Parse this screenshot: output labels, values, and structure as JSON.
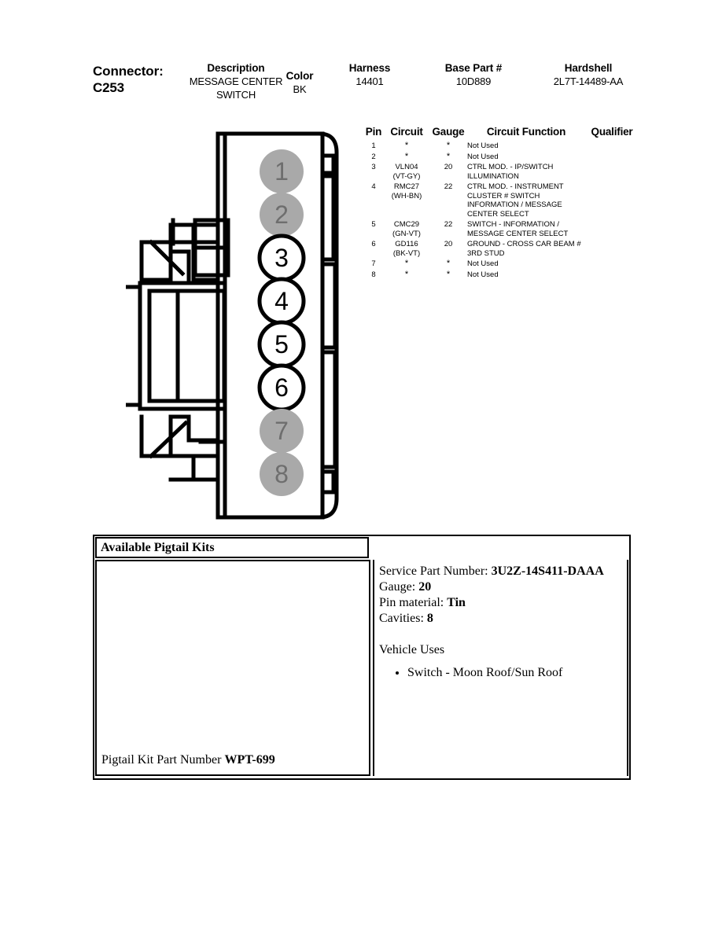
{
  "header": {
    "connector_label": "Connector:",
    "connector_id": "C253",
    "description_label": "Description",
    "description_value": "MESSAGE CENTER SWITCH",
    "color_label": "Color",
    "color_value": "BK",
    "harness_label": "Harness",
    "harness_value": "14401",
    "base_part_label": "Base Part #",
    "base_part_value": "10D889",
    "hardshell_label": "Hardshell",
    "hardshell_value": "2L7T-14489-AA"
  },
  "pin_table": {
    "columns": [
      "Pin",
      "Circuit",
      "Gauge",
      "Circuit Function",
      "Qualifier"
    ],
    "rows": [
      {
        "pin": "1",
        "circuit_code": "*",
        "circuit_color": "",
        "gauge": "*",
        "function": "Not Used",
        "qualifier": ""
      },
      {
        "pin": "2",
        "circuit_code": "*",
        "circuit_color": "",
        "gauge": "*",
        "function": "Not Used",
        "qualifier": ""
      },
      {
        "pin": "3",
        "circuit_code": "VLN04",
        "circuit_color": "(VT-GY)",
        "gauge": "20",
        "function": "CTRL MOD. - IP/SWITCH ILLUMINATION",
        "qualifier": ""
      },
      {
        "pin": "4",
        "circuit_code": "RMC27",
        "circuit_color": "(WH-BN)",
        "gauge": "22",
        "function": "CTRL MOD. - INSTRUMENT CLUSTER # SWITCH INFORMATION / MESSAGE CENTER SELECT",
        "qualifier": ""
      },
      {
        "pin": "5",
        "circuit_code": "CMC29",
        "circuit_color": "(GN-VT)",
        "gauge": "22",
        "function": "SWITCH - INFORMATION / MESSAGE CENTER SELECT",
        "qualifier": ""
      },
      {
        "pin": "6",
        "circuit_code": "GD116",
        "circuit_color": "(BK-VT)",
        "gauge": "20",
        "function": "GROUND - CROSS CAR BEAM # 3RD STUD",
        "qualifier": ""
      },
      {
        "pin": "7",
        "circuit_code": "*",
        "circuit_color": "",
        "gauge": "*",
        "function": "Not Used",
        "qualifier": ""
      },
      {
        "pin": "8",
        "circuit_code": "*",
        "circuit_color": "",
        "gauge": "*",
        "function": "Not Used",
        "qualifier": ""
      }
    ]
  },
  "diagram": {
    "pin_labels": [
      "1",
      "2",
      "3",
      "4",
      "5",
      "6",
      "7",
      "8"
    ],
    "filled_pins": [
      "1",
      "2",
      "7",
      "8"
    ],
    "fill_color": "#a9a9a9",
    "numeral_color_filled": "#6e6e6e",
    "outline_color": "#000000"
  },
  "pigtail": {
    "title": "Available Pigtail Kits",
    "kit_part_number_label": "Pigtail Kit Part Number ",
    "kit_part_number_value": "WPT-699",
    "service_part_number_label": "Service Part Number: ",
    "service_part_number_value": "3U2Z-14S411-DAAA",
    "gauge_label": "Gauge: ",
    "gauge_value": "20",
    "pin_material_label": "Pin material: ",
    "pin_material_value": "Tin",
    "cavities_label": "Cavities: ",
    "cavities_value": "8",
    "vehicle_uses_heading": "Vehicle Uses",
    "vehicle_uses": [
      "Switch - Moon Roof/Sun Roof"
    ]
  }
}
